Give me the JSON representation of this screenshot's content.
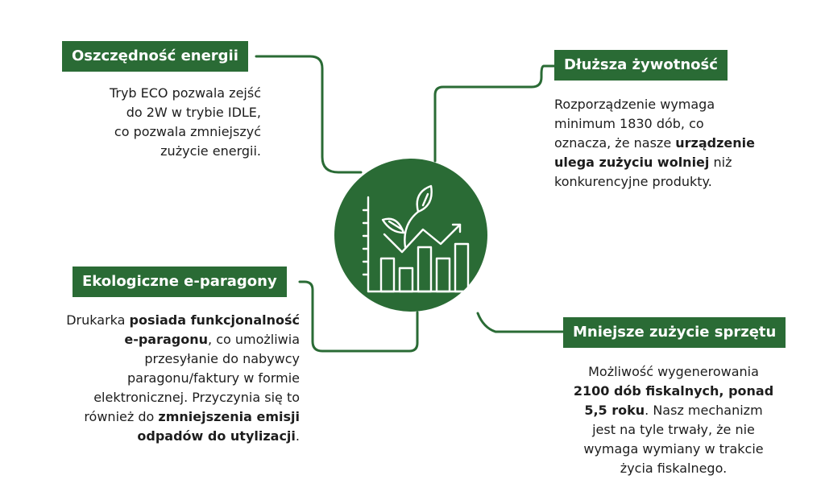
{
  "colors": {
    "accent": "#2a6b35",
    "text": "#1d1d1d",
    "background": "#ffffff"
  },
  "hub": {
    "icon": "growth-chart-leaf-icon"
  },
  "branches": [
    {
      "title": "Oszczędność energii",
      "lines": [
        [
          {
            "t": "Tryb ECO pozwala zejść"
          }
        ],
        [
          {
            "t": "do 2W w trybie IDLE,"
          }
        ],
        [
          {
            "t": "co pozwala zmniejszyć"
          }
        ],
        [
          {
            "t": "zużycie energii."
          }
        ]
      ]
    },
    {
      "title": "Dłuższa żywotność",
      "lines": [
        [
          {
            "t": "Rozporządzenie wymaga"
          }
        ],
        [
          {
            "t": "minimum 1830 dób, co"
          }
        ],
        [
          {
            "t": "oznacza, że nasze "
          },
          {
            "t": "urządzenie",
            "b": true
          }
        ],
        [
          {
            "t": "ulega zużyciu wolniej",
            "b": true
          },
          {
            "t": " niż"
          }
        ],
        [
          {
            "t": "konkurencyjne produkty."
          }
        ]
      ]
    },
    {
      "title": "Ekologiczne e-paragony",
      "lines": [
        [
          {
            "t": "Drukarka "
          },
          {
            "t": "posiada funkcjonalność",
            "b": true
          }
        ],
        [
          {
            "t": "e-paragonu",
            "b": true
          },
          {
            "t": ", co umożliwia"
          }
        ],
        [
          {
            "t": "przesyłanie do nabywcy"
          }
        ],
        [
          {
            "t": "paragonu/faktury w formie"
          }
        ],
        [
          {
            "t": "elektronicznej. Przyczynia się to"
          }
        ],
        [
          {
            "t": "również do "
          },
          {
            "t": "zmniejszenia emisji",
            "b": true
          }
        ],
        [
          {
            "t": "odpadów do utylizacji",
            "b": true
          },
          {
            "t": "."
          }
        ]
      ]
    },
    {
      "title": "Mniejsze zużycie sprzętu",
      "lines": [
        [
          {
            "t": "Możliwość wygenerowania"
          }
        ],
        [
          {
            "t": "2100 dób fiskalnych, ponad",
            "b": true
          }
        ],
        [
          {
            "t": "5,5 roku",
            "b": true
          },
          {
            "t": ". Nasz mechanizm"
          }
        ],
        [
          {
            "t": "jest na tyle trwały, że nie"
          }
        ],
        [
          {
            "t": "wymaga wymiany w trakcie"
          }
        ],
        [
          {
            "t": "życia fiskalnego."
          }
        ]
      ]
    }
  ]
}
